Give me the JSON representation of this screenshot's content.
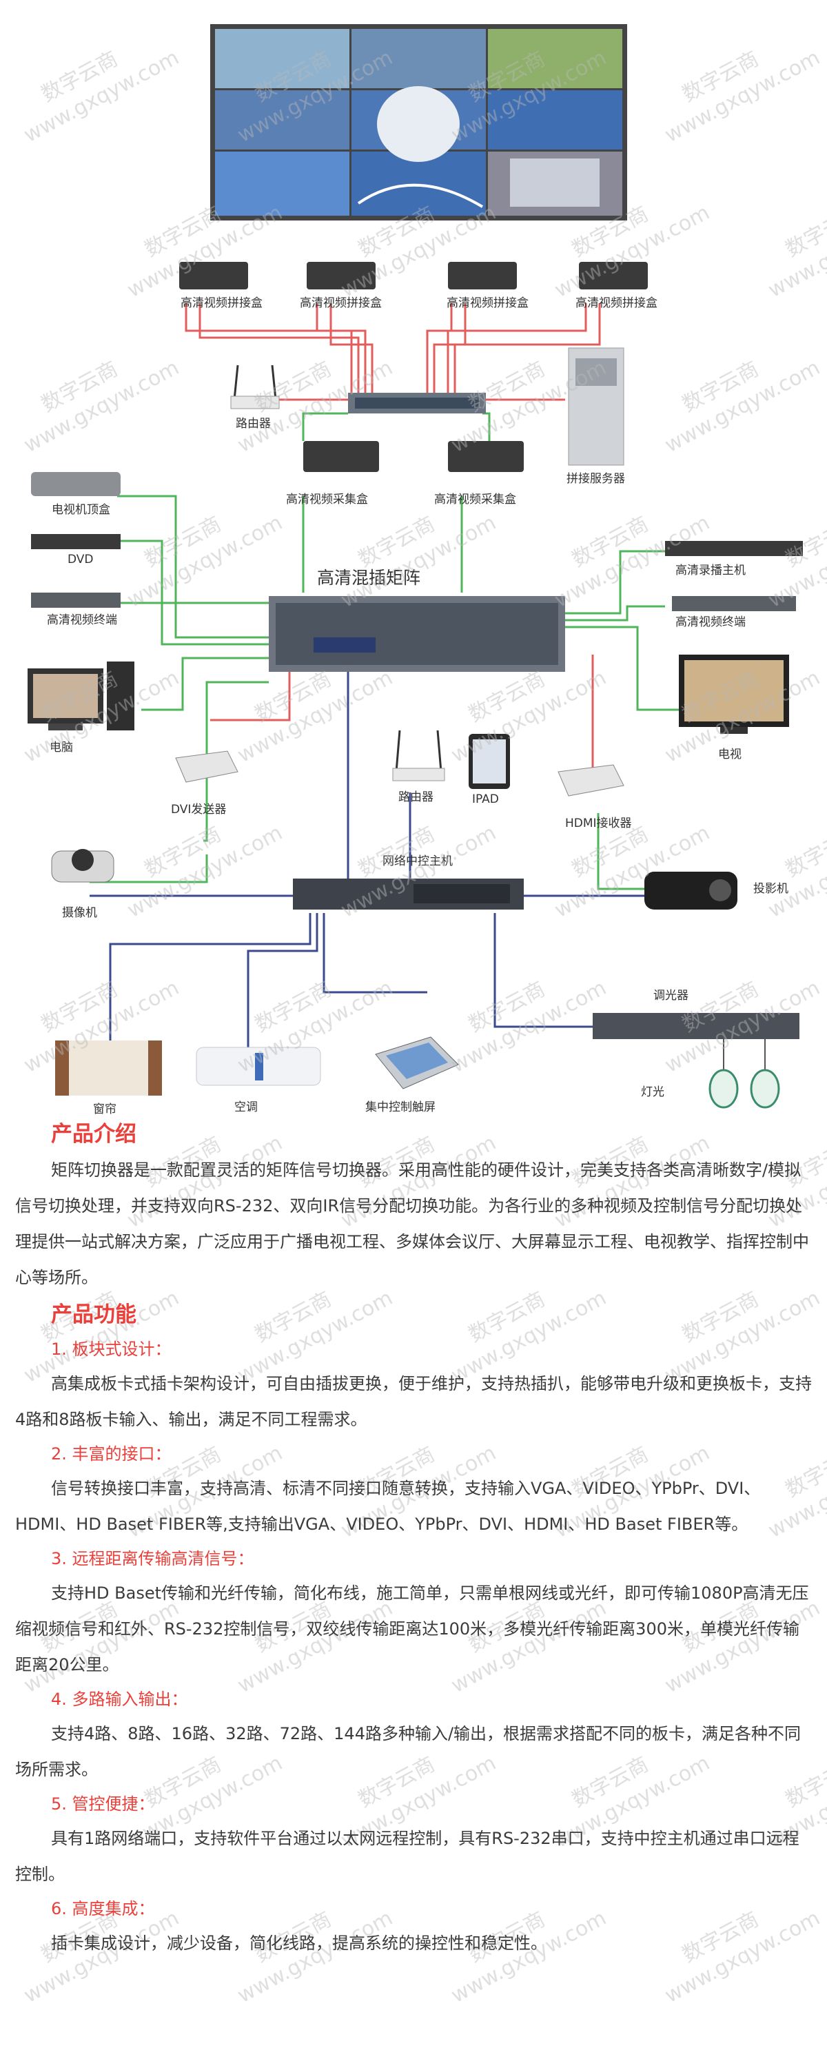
{
  "diagram": {
    "wall_label": "",
    "splicers": [
      "高清视频拼接盒",
      "高清视频拼接盒",
      "高清视频拼接盒",
      "高清视频拼接盒"
    ],
    "router_top": "路由器",
    "server": "拼接服务器",
    "capture_boxes": [
      "高清视频采集盒",
      "高清视频采集盒"
    ],
    "tv_stb": "电视机顶盒",
    "dvd": "DVD",
    "terminal_left": "高清视频终端",
    "matrix_title": "高清混插矩阵",
    "recorder": "高清录播主机",
    "terminal_right": "高清视频终端",
    "computer": "电脑",
    "tv": "电视",
    "dvi_tx": "DVI发送器",
    "router_mid": "路由器",
    "ipad": "IPAD",
    "hdmi_rx": "HDMI接收器",
    "camera": "摄像机",
    "central_control": "网络中控主机",
    "projector": "投影机",
    "dimmer": "调光器",
    "curtain": "窗帘",
    "aircon": "空调",
    "touchpanel": "集中控制触屏",
    "light": "灯光"
  },
  "watermark": {
    "cn": "数字云商",
    "en": "www.gxqyw.com"
  },
  "intro": {
    "heading": "产品介绍",
    "text": "矩阵切换器是一款配置灵活的矩阵信号切换器。采用高性能的硬件设计，完美支持各类高清晰数字/模拟信号切换处理，并支持双向RS-232、双向IR信号分配切换功能。为各行业的多种视频及控制信号分配切换处理提供一站式解决方案，广泛应用于广播电视工程、多媒体会议厅、大屏幕显示工程、电视教学、指挥控制中心等场所。"
  },
  "features": {
    "heading": "产品功能",
    "items": [
      {
        "title": "1. 板块式设计：",
        "text": "高集成板卡式插卡架构设计，可自由插拔更换，便于维护，支持热插扒，能够带电升级和更换板卡，支持4路和8路板卡输入、输出，满足不同工程需求。"
      },
      {
        "title": "2. 丰富的接口：",
        "text": "信号转换接口丰富，支持高清、标清不同接口随意转换，支持输入VGA、VIDEO、YPbPr、DVI、HDMI、HD Baset  FIBER等,支持输出VGA、VIDEO、YPbPr、DVI、HDMI、HD Baset FIBER等。"
      },
      {
        "title": "3. 远程距离传输高清信号：",
        "text": "支持HD Baset传输和光纤传输，简化布线，施工简单，只需单根网线或光纤，即可传输1080P高清无压缩视频信号和红外、RS-232控制信号，双绞线传输距离达100米，多模光纤传输距离300米，单模光纤传输距离20公里。"
      },
      {
        "title": "4. 多路输入输出：",
        "text": "支持4路、8路、16路、32路、72路、144路多种输入/输出，根据需求搭配不同的板卡，满足各种不同场所需求。"
      },
      {
        "title": "5. 管控便捷：",
        "text": "具有1路网络端口，支持软件平台通过以太网远程控制，具有RS-232串口，支持中控主机通过串口远程控制。"
      },
      {
        "title": "6. 高度集成：",
        "text": "插卡集成设计，减少设备，简化线路，提高系统的操控性和稳定性。"
      }
    ]
  }
}
